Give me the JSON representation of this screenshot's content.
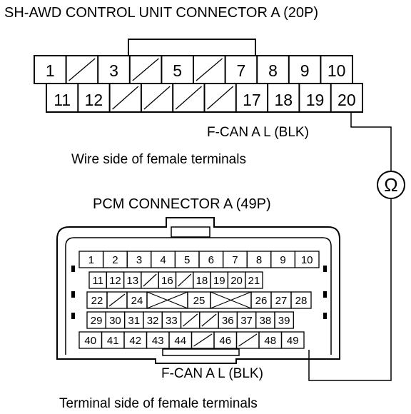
{
  "connector_a": {
    "title": "SH-AWD CONTROL UNIT CONNECTOR A (20P)",
    "row1": [
      "1",
      "",
      "3",
      "",
      "5",
      "",
      "7",
      "8",
      "9",
      "10"
    ],
    "row2": [
      "11",
      "12",
      "",
      "",
      "",
      "",
      "17",
      "18",
      "19",
      "20"
    ],
    "wire_label": "F-CAN A L (BLK)",
    "caption": "Wire side of female terminals"
  },
  "ohmmeter": {
    "symbol": "Ω"
  },
  "pcm_connector": {
    "title": "PCM CONNECTOR A (49P)",
    "row1": [
      "1",
      "2",
      "3",
      "4",
      "5",
      "6",
      "7",
      "8",
      "9",
      "10"
    ],
    "row2": [
      "11",
      "12",
      "13",
      "",
      "16",
      "",
      "18",
      "19",
      "20",
      "21"
    ],
    "row3": [
      "22",
      "",
      "24",
      "",
      "25",
      "",
      "26",
      "27",
      "28"
    ],
    "row4": [
      "29",
      "30",
      "31",
      "32",
      "33",
      "",
      "",
      "36",
      "37",
      "38",
      "39"
    ],
    "row5": [
      "40",
      "41",
      "42",
      "43",
      "44",
      "",
      "46",
      "",
      "48",
      "49"
    ],
    "wire_label": "F-CAN A L (BLK)",
    "caption": "Terminal side of female terminals"
  },
  "colors": {
    "line": "#000000",
    "background": "#ffffff"
  }
}
